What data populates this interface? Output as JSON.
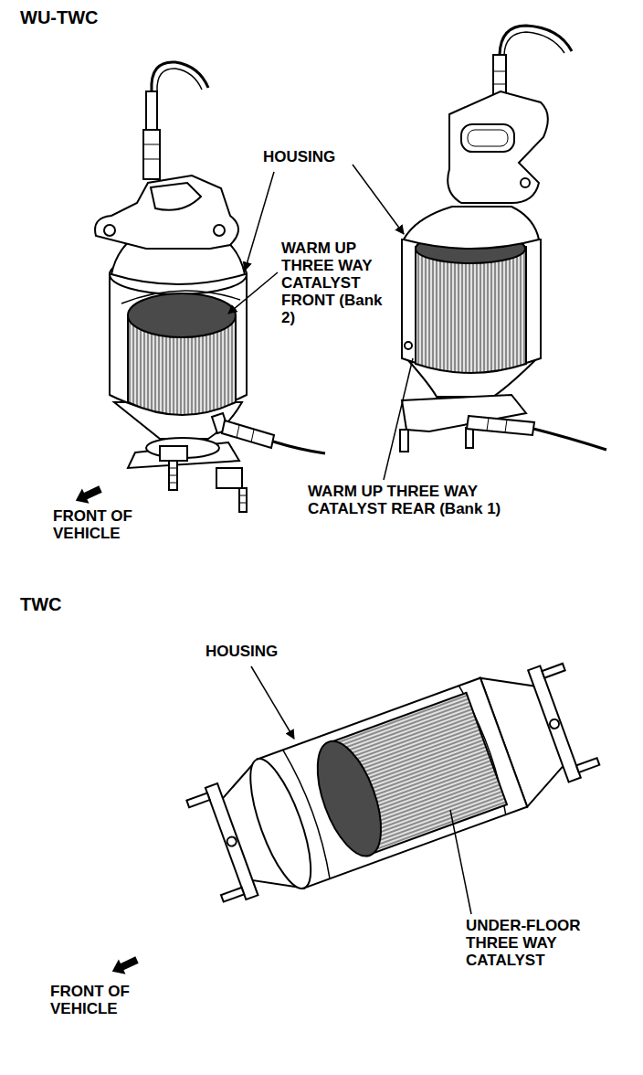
{
  "diagram": {
    "labels": [
      "WU-TWC",
      "HOUSING",
      "WARM UP THREE WAY CATALYST FRONT (Bank 2)",
      "FRONT OF VEHICLE",
      "WARM UP THREE WAY CATALYST REAR (Bank 1)",
      "TWC",
      "HOUSING",
      "UNDER-FLOOR THREE WAY CATALYST",
      "FRONT OF VEHICLE"
    ]
  }
}
